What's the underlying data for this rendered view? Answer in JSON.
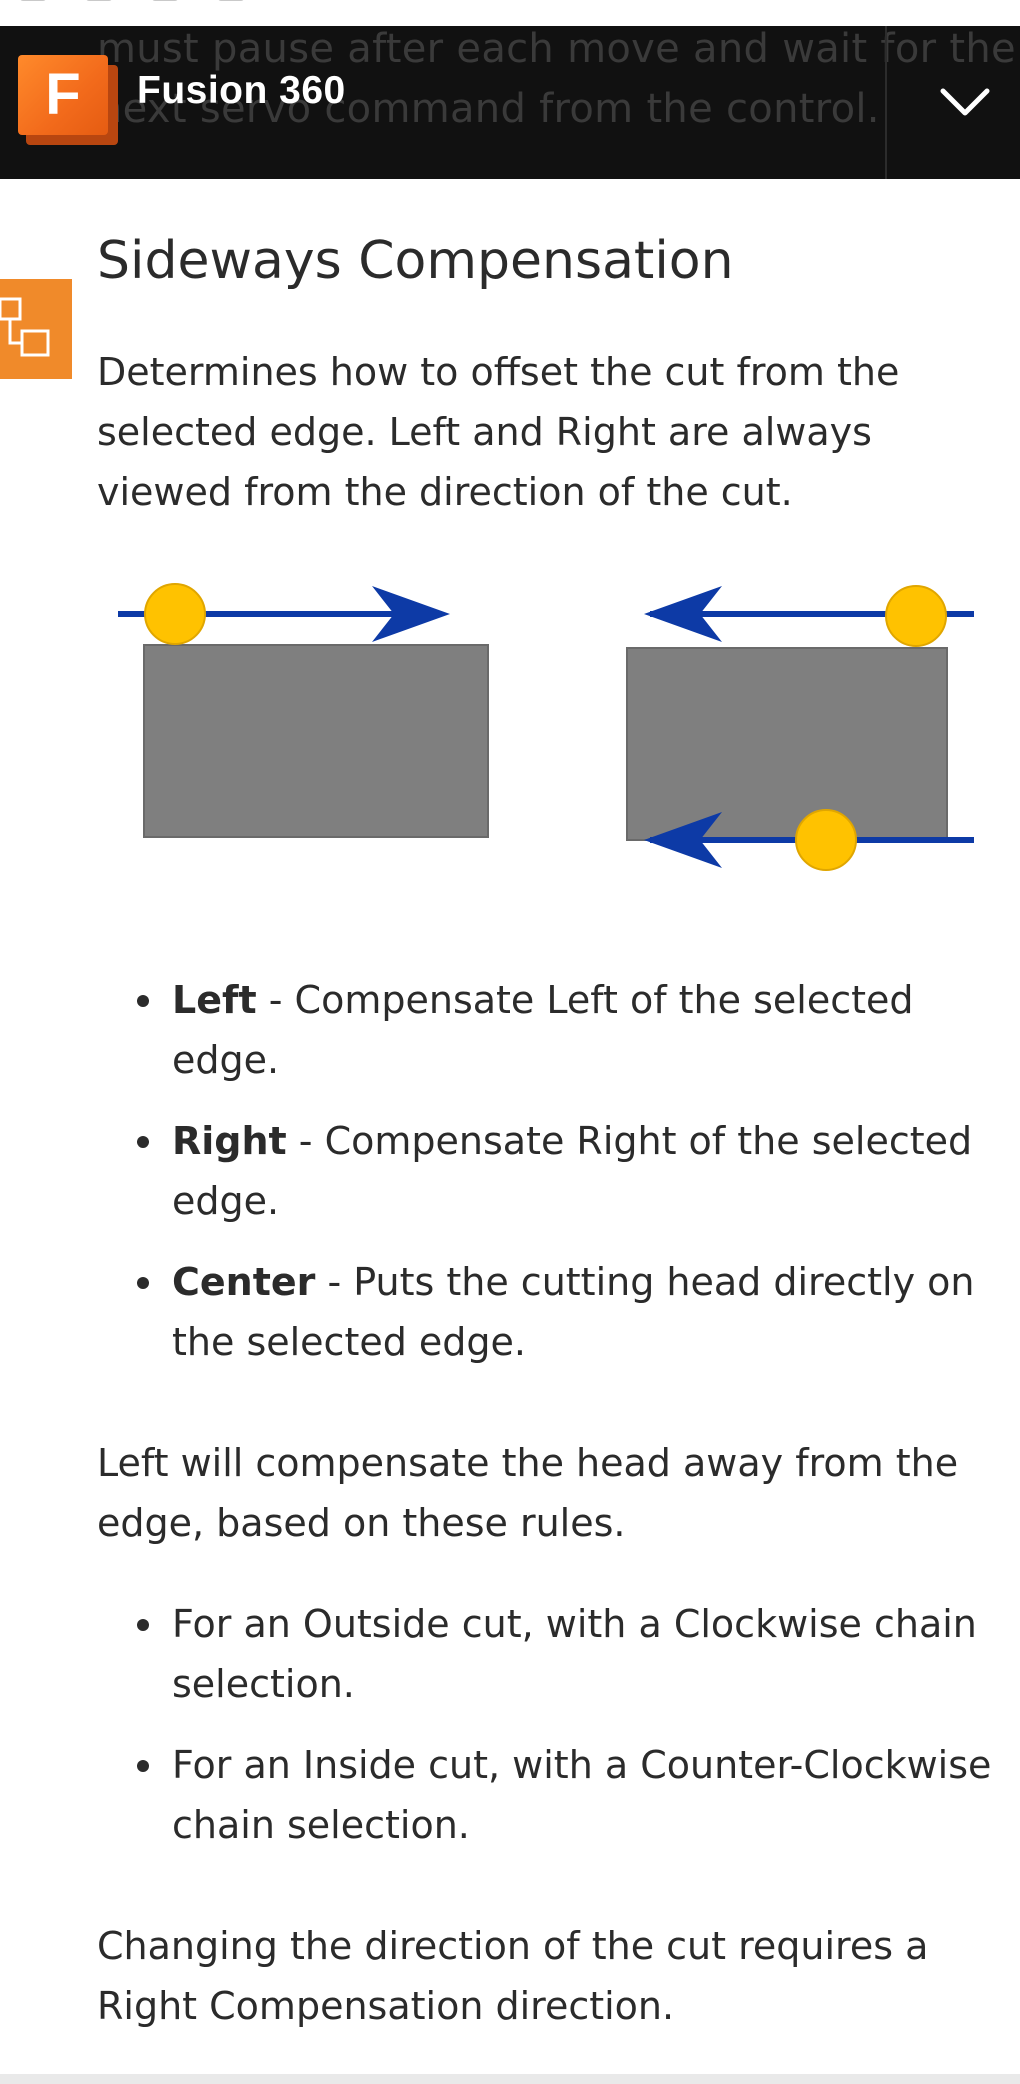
{
  "header": {
    "logo_letter": "F",
    "app_name": "Fusion 360",
    "behind_text": [
      "must pause after each move and wait for the",
      "next servo command from the control."
    ],
    "menu_icon": "chevron-down-icon",
    "colors": {
      "bar": "#111111",
      "logo": "#f26a1b",
      "side_tab": "#f08a2a"
    }
  },
  "side_tab": {
    "icon": "hierarchy-icon"
  },
  "section": {
    "title": "Sideways Compensation",
    "intro": "Determines how to offset the cut from the selected edge. Left and Right are always viewed from the direction of the cut.",
    "options": [
      {
        "term": "Left",
        "desc": " - Compensate Left of the selected edge."
      },
      {
        "term": "Right",
        "desc": " - Compensate Right of the selected edge."
      },
      {
        "term": "Center",
        "desc": " - Puts the cutting head directly on the selected edge."
      }
    ],
    "rules_intro": "Left will compensate the head away from the edge, based on these rules.",
    "rules": [
      "For an Outside cut, with a Clockwise chain selection.",
      "For an Inside cut, with a Counter-Clockwise chain selection."
    ],
    "closing": "Changing the direction of the cut requires a Right Compensation direction."
  }
}
